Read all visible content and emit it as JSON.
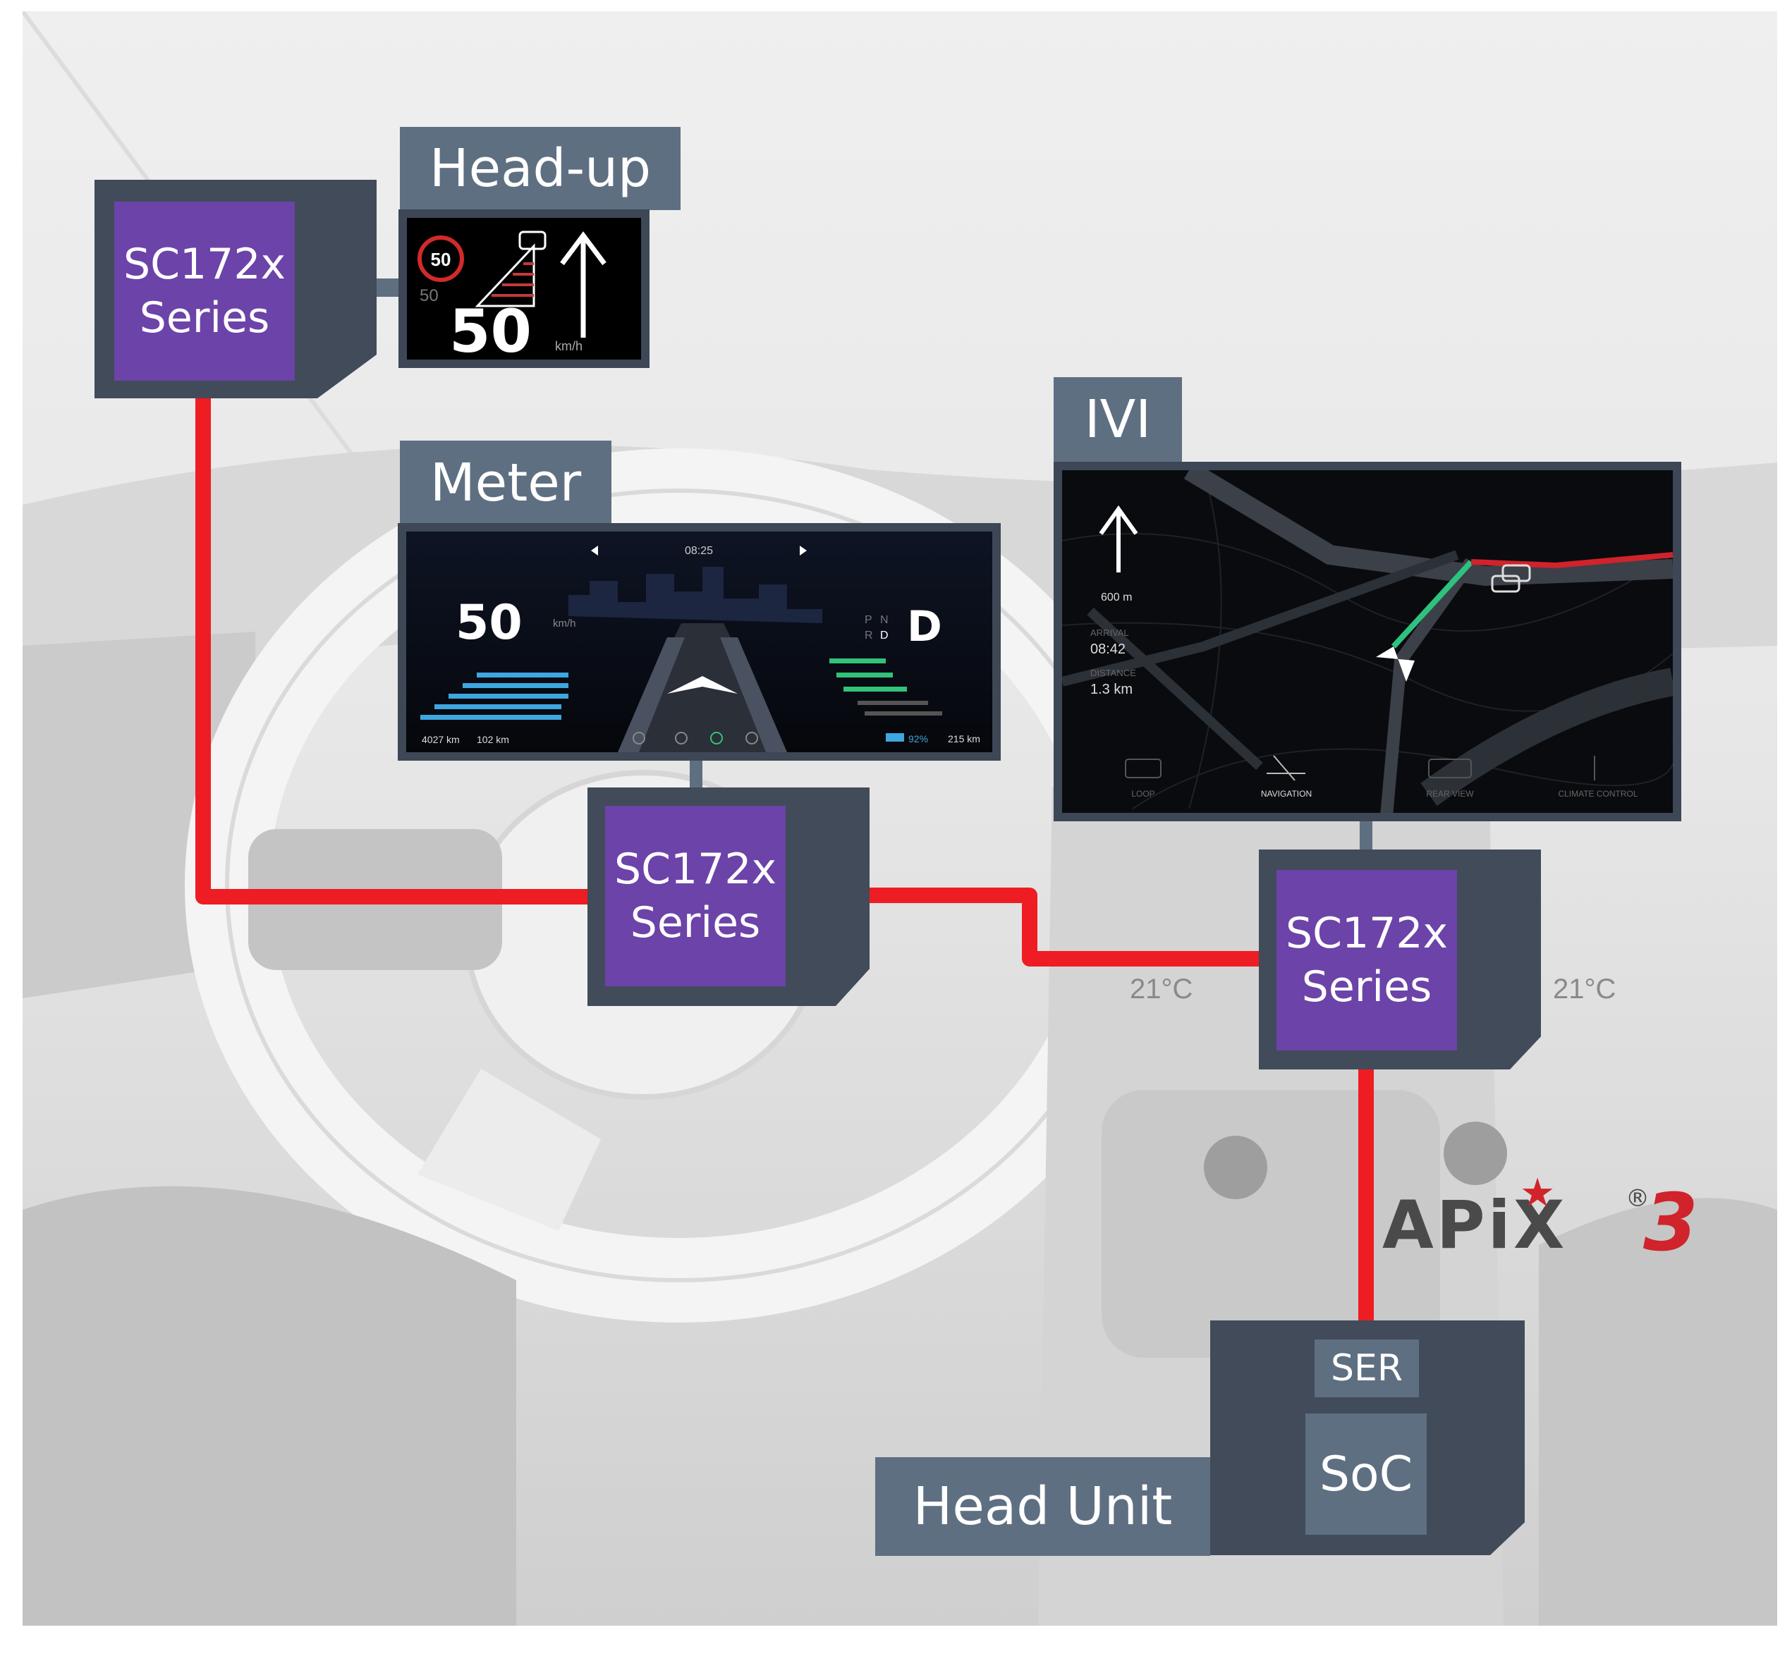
{
  "labels": {
    "headup": "Head-up",
    "meter": "Meter",
    "ivi": "IVI",
    "head_unit": "Head Unit",
    "ser": "SER",
    "soc": "SoC"
  },
  "chips": {
    "headup": {
      "line1": "SC172x",
      "line2": "Series"
    },
    "meter": {
      "line1": "SC172x",
      "line2": "Series"
    },
    "ivi": {
      "line1": "SC172x",
      "line2": "Series"
    }
  },
  "hud_screen": {
    "speed_limit": "50",
    "set_speed": "50",
    "speed": "50",
    "unit": "km/h"
  },
  "meter_screen": {
    "time": "08:25",
    "speed": "50",
    "unit": "km/h",
    "gear": "D",
    "gear_p": "P",
    "gear_n": "N",
    "gear_r": "R",
    "gear_d": "D",
    "odo": "4027 km",
    "trip": "102 km",
    "battery": "92%",
    "range": "215 km"
  },
  "ivi_screen": {
    "distance_next": "600 m",
    "arrival_label": "ARRIVAL",
    "arrival_time": "08:42",
    "distance_label": "DISTANCE",
    "distance_value": "1.3 km",
    "menu": [
      "LOOP",
      "NAVIGATION",
      "REAR VIEW",
      "CLIMATE CONTROL"
    ]
  },
  "background": {
    "temp_left": "21°C",
    "temp_right": "21°C"
  },
  "logo": {
    "text": "APiX",
    "version": "3",
    "registered": "®"
  },
  "colors": {
    "link": "#ee1c23",
    "chip": "#6c43a8",
    "panel": "#414b5a",
    "tab": "#5f6f82",
    "screen_bg": "#0b0d12",
    "hud_red": "#d22a2a",
    "meter_blue": "#3ea6e0",
    "meter_green": "#33c27a",
    "ivi_route": "#2ec27e",
    "ivi_traffic": "#d0232b"
  }
}
